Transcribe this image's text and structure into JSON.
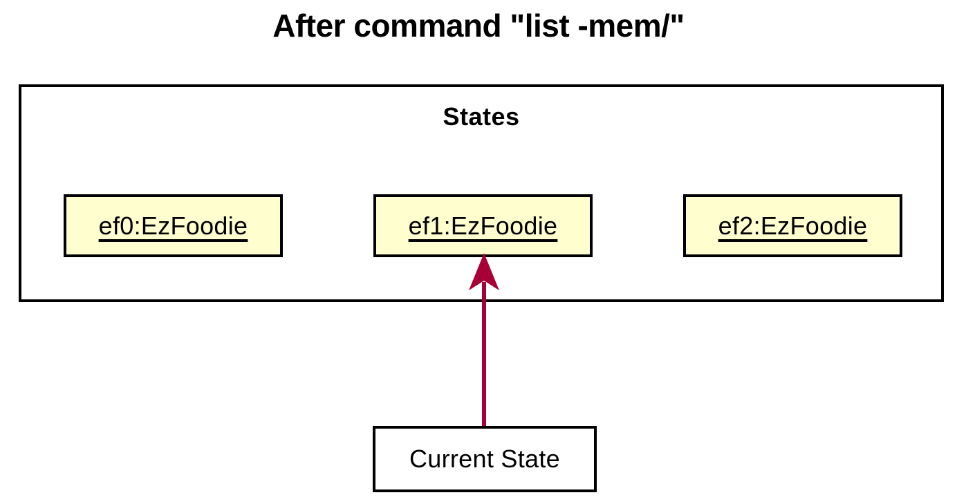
{
  "diagram": {
    "title": "After command \"list -mem/\"",
    "type": "object-diagram",
    "colors": {
      "object_fill": "#FEFECE",
      "object_border": "#000000",
      "note_fill": "#FFFFFF",
      "arrow": "#A80036",
      "frame_border": "#000000",
      "background": "#FFFFFF"
    },
    "frame": {
      "label": "States"
    },
    "objects": [
      {
        "id": "ef0",
        "label": "ef0:EzFoodie"
      },
      {
        "id": "ef1",
        "label": "ef1:EzFoodie"
      },
      {
        "id": "ef2",
        "label": "ef2:EzFoodie"
      }
    ],
    "note": {
      "label": "Current State"
    },
    "connector": {
      "from": "Current State",
      "to": "ef1:EzFoodie",
      "arrowhead": "open-solid-up",
      "color": "#A80036"
    }
  }
}
